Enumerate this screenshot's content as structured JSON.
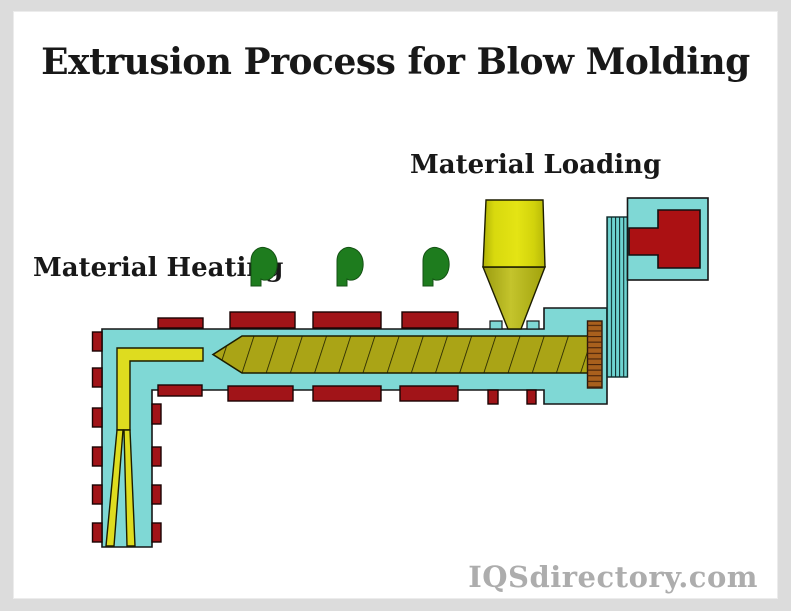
{
  "title": "Extrusion Process for Blow Molding",
  "labels": {
    "material_loading": "Material Loading",
    "material_heating": "Material Heating"
  },
  "watermark": "IQSdirectory.com",
  "diagram": {
    "components": [
      "hopper",
      "extruder-screw",
      "barrel",
      "die-channel",
      "parison-die",
      "heater-blocks",
      "flame-icons",
      "screw-coupling",
      "drive-column",
      "motor"
    ],
    "flame_count": 3,
    "colors": {
      "barrel_cyan": "#7fd8d5",
      "heater_red": "#a11418",
      "screw_olive": "#aaa416",
      "melt_yellow": "#dedc1f",
      "hopper_yellow": "#d8d90e",
      "flame_green": "#1e7c1e",
      "coupling_brown": "#a9601d",
      "motor_red": "#ab1113",
      "watermark_gray": "#adadad",
      "page_border_gray": "#dcdcdc"
    }
  }
}
